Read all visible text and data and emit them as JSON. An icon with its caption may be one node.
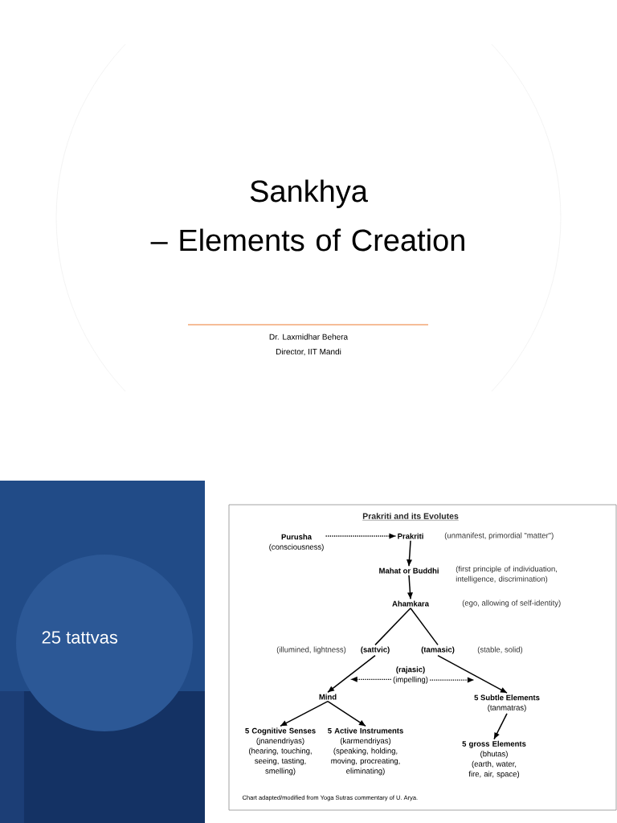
{
  "diagram": {
    "title": "Sankhya – Elements of Creation",
    "nodes": [
      {
        "text": [
          "Purusha",
          "(consciousness)"
        ]
      },
      {
        "text": [
          "Prakriti"
        ],
        "beside": [
          "(unmanifest, primordial \"matter\")"
        ]
      },
      {
        "text": [
          "Mahat or Buddhi"
        ],
        "beside": [
          "(first principle of individuation, intelligence, discrimination)"
        ]
      },
      {
        "text": [
          "Ahamkara"
        ],
        "beside": [
          "(ego, allowing of self-identity)"
        ]
      },
      {
        "text": [
          "(sattvic)"
        ],
        "beside": [
          "(illumined, lightness)"
        ]
      },
      {
        "text": [
          "(tamasic)"
        ],
        "beside": [
          "(stable, solid)"
        ]
      },
      {
        "text": [
          "(rajasic)",
          "(impelling)"
        ]
      },
      {
        "text": [
          "Mind"
        ]
      },
      {
        "text": [
          "5 Cognitive Senses",
          "(jnanendriyas)",
          "(hearing, touching, seeing, tasting, smelling)"
        ]
      },
      {
        "text": [
          "5 Active Instruments",
          "(karmendriyas)",
          "(speaking, holding, moving, procreating, eliminating)"
        ]
      },
      {
        "text": [
          "5 Subtle Elements",
          "(tanmatras)"
        ]
      },
      {
        "text": [
          "5 gross Elements",
          "(bhutas)",
          "(earth, water, fire, air, space)"
        ]
      }
    ],
    "edges": [
      {
        "from": 0,
        "to": 1,
        "arrow": "to",
        "style": "dashed"
      },
      {
        "from": 1,
        "to": 2,
        "arrow": "to"
      },
      {
        "from": 2,
        "to": 3,
        "arrow": "to"
      },
      {
        "from": 3,
        "to": 4,
        "arrow": "none"
      },
      {
        "from": 3,
        "to": 5,
        "arrow": "none"
      },
      {
        "from": 4,
        "to": 7,
        "arrow": "to"
      },
      {
        "from": 5,
        "to": 10,
        "arrow": "to"
      },
      {
        "from": 6,
        "to": 7,
        "arrow": "to",
        "style": "dashed"
      },
      {
        "from": 6,
        "to": 10,
        "arrow": "to",
        "style": "dashed"
      },
      {
        "from": 7,
        "to": 8,
        "arrow": "to"
      },
      {
        "from": 7,
        "to": 9,
        "arrow": "to"
      },
      {
        "from": 10,
        "to": 11,
        "arrow": "to"
      }
    ],
    "labels": [
      "Dr. Laxmidhar Behera",
      "Director, IIT Mandi",
      "25 tattvas",
      "Prakriti and its Evolutes",
      "Chart adapted/modified from Yoga Sutras commentary of U. Arya."
    ]
  }
}
